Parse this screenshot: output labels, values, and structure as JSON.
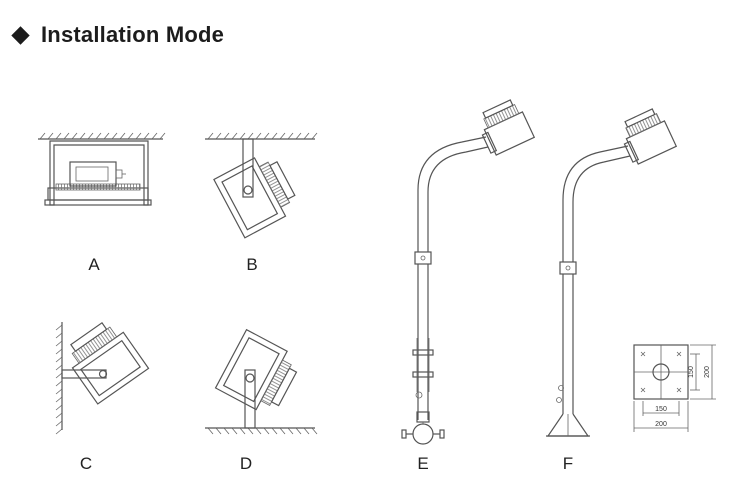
{
  "header": {
    "title": "Installation Mode"
  },
  "labels": {
    "a": "A",
    "b": "B",
    "c": "C",
    "d": "D",
    "e": "E",
    "f": "F"
  },
  "dimensions": {
    "inner_v": "150",
    "outer_v": "200",
    "inner_h": "150",
    "outer_h": "200"
  }
}
